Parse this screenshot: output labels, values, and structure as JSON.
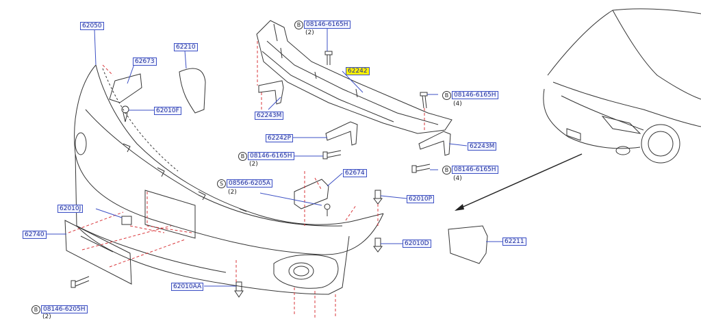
{
  "callouts": {
    "p62050": "62050",
    "p62673": "62673",
    "p62210": "62210",
    "p62010F": "62010F",
    "p62243M_top": "62243M",
    "p62242P": "62242P",
    "p62242": "62242",
    "p62243M_right": "62243M",
    "p62674": "62674",
    "p62010P": "62010P",
    "p62010J": "62010J",
    "p62740": "62740",
    "p62010D": "62010D",
    "p62211": "62211",
    "p62010AA": "62010AA",
    "bolt_top": "08146-6165H",
    "bolt_right_upper": "08146-6165H",
    "bolt_mid_left": "08146-6165H",
    "screw_s": "08566-6205A",
    "bolt_right_lower": "08146-6165H",
    "bolt_bottom": "08146-6205H"
  },
  "quantities": {
    "bolt_top": "(2)",
    "bolt_right_upper": "(4)",
    "bolt_mid_left": "(2)",
    "screw_s": "(2)",
    "bolt_right_lower": "(4)",
    "bolt_bottom": "(2)"
  },
  "markers": {
    "B": "B",
    "S": "S"
  },
  "highlight_color": "#fff200",
  "label_color": "#1a2a9c"
}
